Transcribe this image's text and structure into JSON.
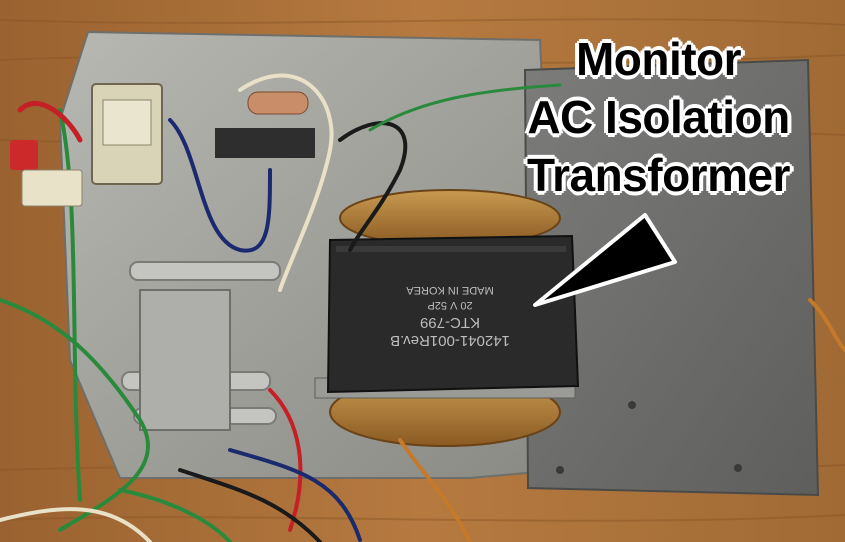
{
  "callout": {
    "line1": "Monitor",
    "line2": "AC Isolation",
    "line3": "Transformer"
  },
  "transformer_label": {
    "line1": "142041-001Rev.B",
    "line2": "KTC-799",
    "line3": "20 V 52P",
    "line4": "MADE IN KOREA"
  },
  "colors": {
    "wood": "#b0743a",
    "chassis_plate": "#9a9a94",
    "transformer_body": "#2a2a2a",
    "copper_coil": "#a8742e",
    "callout_arrow": "#000000"
  }
}
